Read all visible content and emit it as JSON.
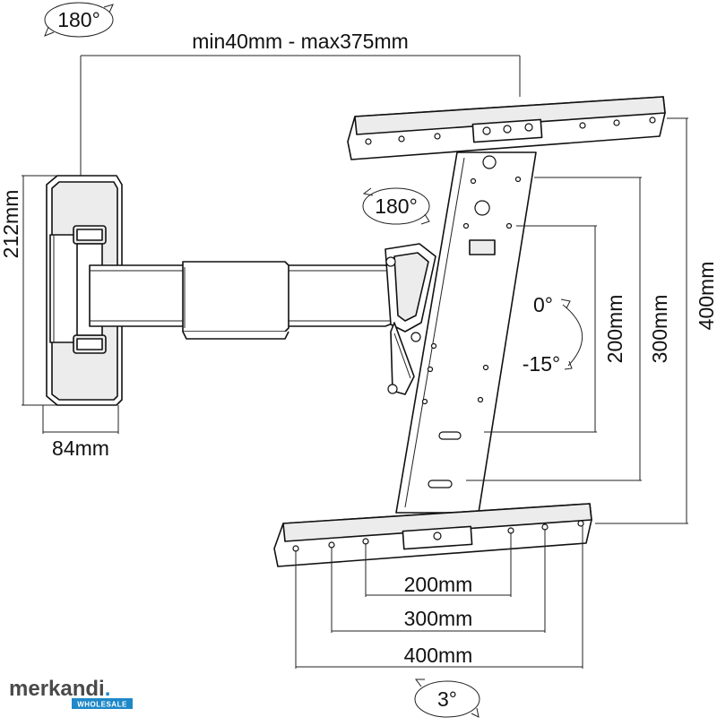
{
  "labels": {
    "rotation_top_left": "180°",
    "arm_extension": "min40mm - max375mm",
    "rotation_middle": "180°",
    "wall_plate_height": "212mm",
    "wall_plate_width": "84mm",
    "tilt_up": "0°",
    "tilt_down": "-15°",
    "vesa_vertical_200": "200mm",
    "vesa_vertical_300": "300mm",
    "vesa_vertical_400": "400mm",
    "vesa_horizontal_200": "200mm",
    "vesa_horizontal_300": "300mm",
    "vesa_horizontal_400": "400mm",
    "swivel_bottom": "3°"
  },
  "brand": {
    "name_prefix": "merkandi",
    "name_suffix": ".",
    "tagline": "WHOLESALE",
    "dot_color": "#1e88c8",
    "tag_color": "#1e88c8"
  }
}
